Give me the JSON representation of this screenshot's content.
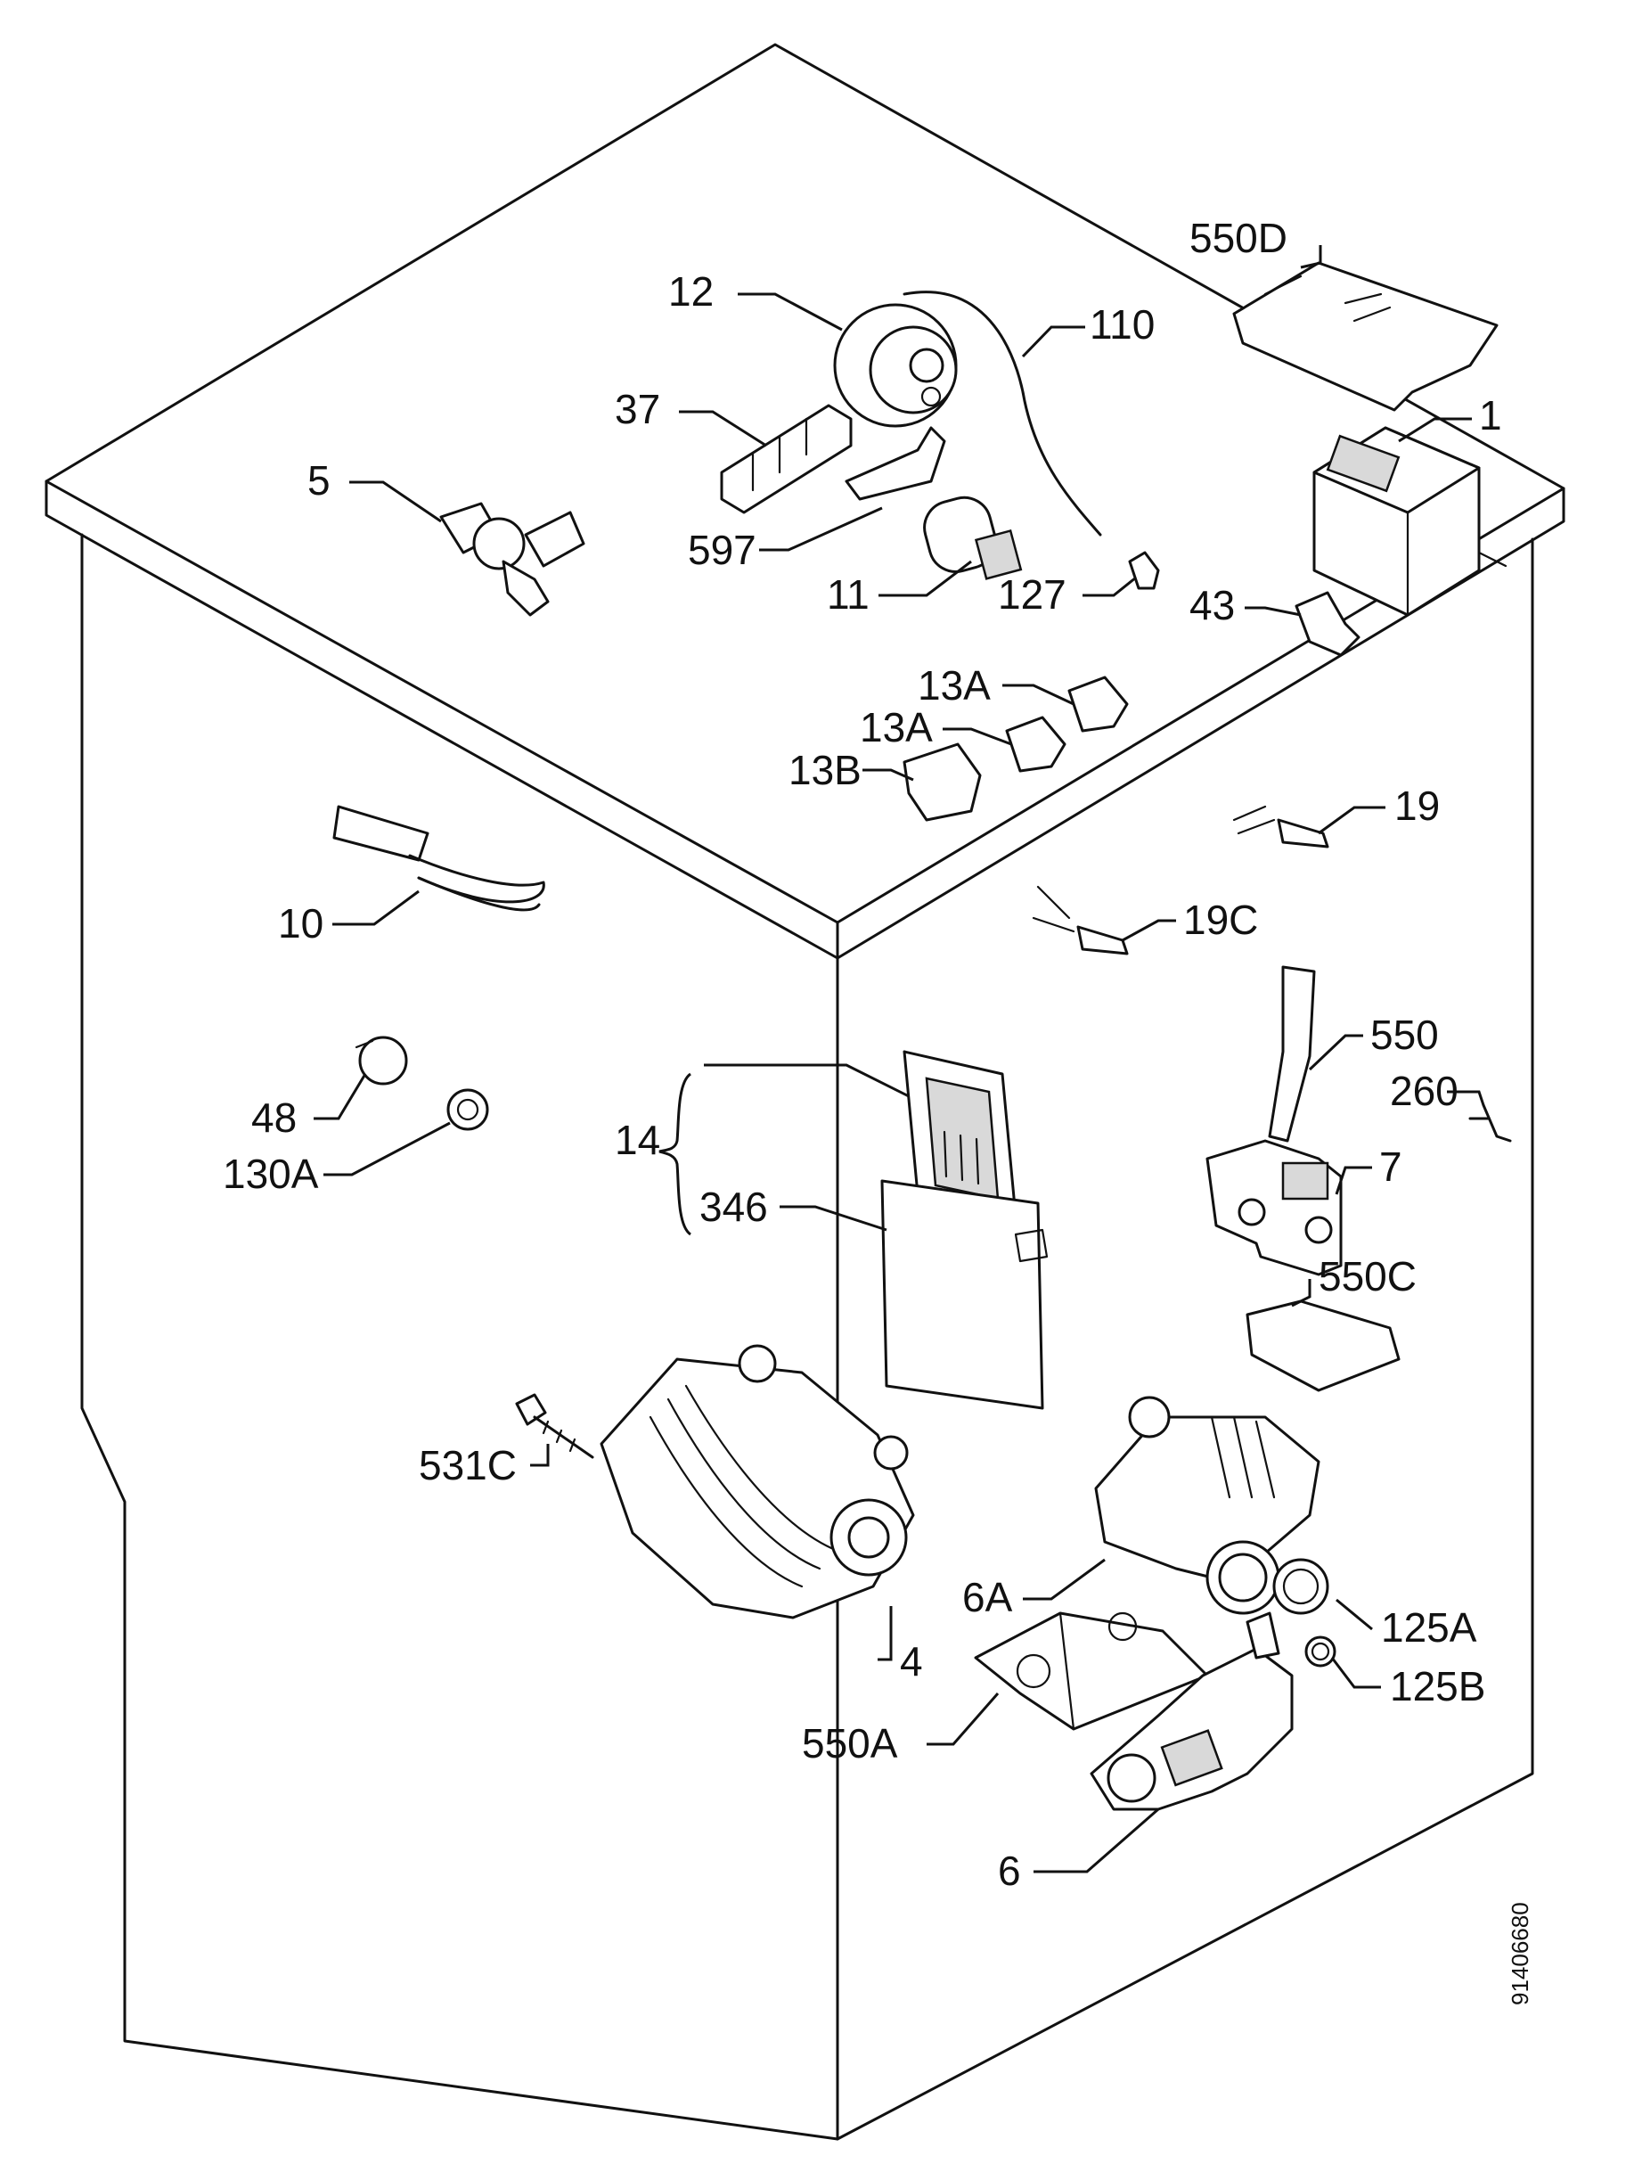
{
  "labels": {
    "l1": "1",
    "l4": "4",
    "l5": "5",
    "l6": "6",
    "l6a": "6A",
    "l7": "7",
    "l10": "10",
    "l11": "11",
    "l12": "12",
    "l13a_1": "13A",
    "l13a_2": "13A",
    "l13b": "13B",
    "l14": "14",
    "l19": "19",
    "l19c": "19C",
    "l37": "37",
    "l43": "43",
    "l48": "48",
    "l110": "110",
    "l125a": "125A",
    "l125b": "125B",
    "l127": "127",
    "l130a": "130A",
    "l260": "260",
    "l346": "346",
    "l531c": "531C",
    "l550": "550",
    "l550a": "550A",
    "l550c": "550C",
    "l550d": "550D",
    "l597": "597"
  },
  "drawing_code": "91406680"
}
